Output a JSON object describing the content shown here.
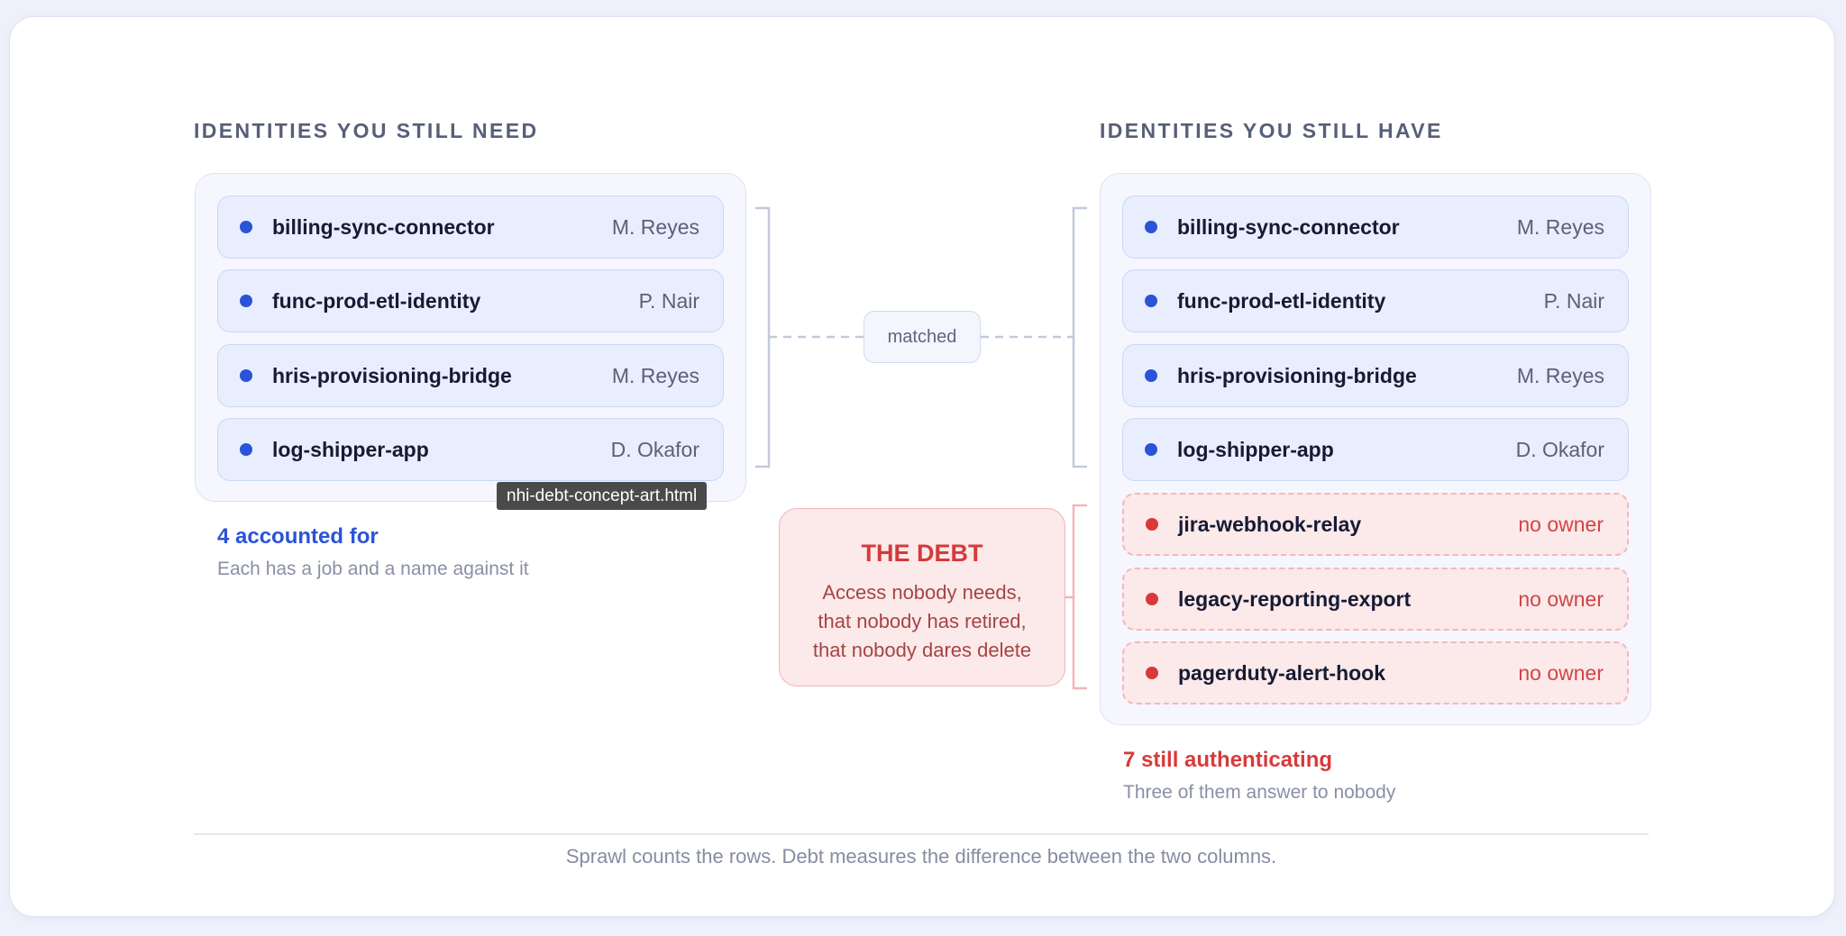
{
  "left": {
    "heading": "IDENTITIES YOU STILL NEED",
    "rows": [
      {
        "name": "billing-sync-connector",
        "owner": "M. Reyes"
      },
      {
        "name": "func-prod-etl-identity",
        "owner": "P. Nair"
      },
      {
        "name": "hris-provisioning-bridge",
        "owner": "M. Reyes"
      },
      {
        "name": "log-shipper-app",
        "owner": "D. Okafor"
      }
    ],
    "stat": "4 accounted for",
    "sub": "Each has a job and a name against it"
  },
  "right": {
    "heading": "IDENTITIES YOU STILL HAVE",
    "rows": [
      {
        "name": "billing-sync-connector",
        "owner": "M. Reyes"
      },
      {
        "name": "func-prod-etl-identity",
        "owner": "P. Nair"
      },
      {
        "name": "hris-provisioning-bridge",
        "owner": "M. Reyes"
      },
      {
        "name": "log-shipper-app",
        "owner": "D. Okafor"
      },
      {
        "name": "jira-webhook-relay",
        "owner": "no owner"
      },
      {
        "name": "legacy-reporting-export",
        "owner": "no owner"
      },
      {
        "name": "pagerduty-alert-hook",
        "owner": "no owner"
      }
    ],
    "stat": "7 still authenticating",
    "sub": "Three of them answer to nobody"
  },
  "matched_label": "matched",
  "debt": {
    "title": "THE DEBT",
    "lines": [
      "Access nobody needs,",
      "that nobody has retired,",
      "that nobody dares delete"
    ]
  },
  "tooltip": "nhi-debt-concept-art.html",
  "footer": "Sprawl counts the rows. Debt measures the difference between the two columns.",
  "colors": {
    "accent_blue": "#2b53d8",
    "debt_red": "#d83a3a",
    "debt_bg": "#fce9ea",
    "row_bg": "#e8eefd"
  }
}
